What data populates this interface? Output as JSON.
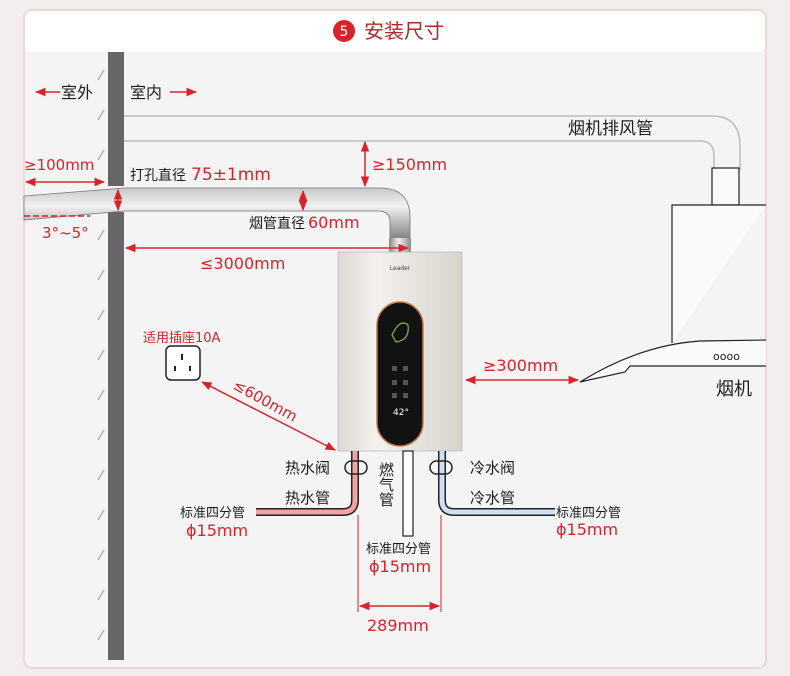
{
  "header": {
    "step_number": "5",
    "title": "安装尺寸"
  },
  "labels": {
    "outdoor": "室外",
    "indoor": "室内",
    "hood_duct": "烟机排风管",
    "hood": "烟机",
    "hood_buttons": "oooo",
    "heater_brand": "Leader",
    "display_temp": "42°",
    "socket": "适用插座10A",
    "hot_valve": "热水阀",
    "hot_pipe": "热水管",
    "gas_pipe": "燃气管",
    "cold_valve": "冷水阀",
    "cold_pipe": "冷水管",
    "std_pipe_left": "标准四分管",
    "std_pipe_center": "标准四分管",
    "std_pipe_right": "标准四分管",
    "hole_diameter_label": "打孔直径",
    "flue_diameter_label": "烟管直径"
  },
  "dimensions": {
    "outside_min": "≥100mm",
    "hole_diameter": "75±1mm",
    "above_gap": "≥150mm",
    "flue_diameter": "60mm",
    "slope": "3°~5°",
    "flue_length": "≤3000mm",
    "socket_distance": "≤600mm",
    "hood_distance": "≥300mm",
    "pipe_left": "ϕ15mm",
    "pipe_center": "ϕ15mm",
    "pipe_right": "ϕ15mm",
    "pipe_spacing": "289mm"
  },
  "colors": {
    "accent": "#d9232b",
    "wall": "#666666",
    "hot": "#f2a3a3",
    "cold": "#cfe0f5"
  }
}
